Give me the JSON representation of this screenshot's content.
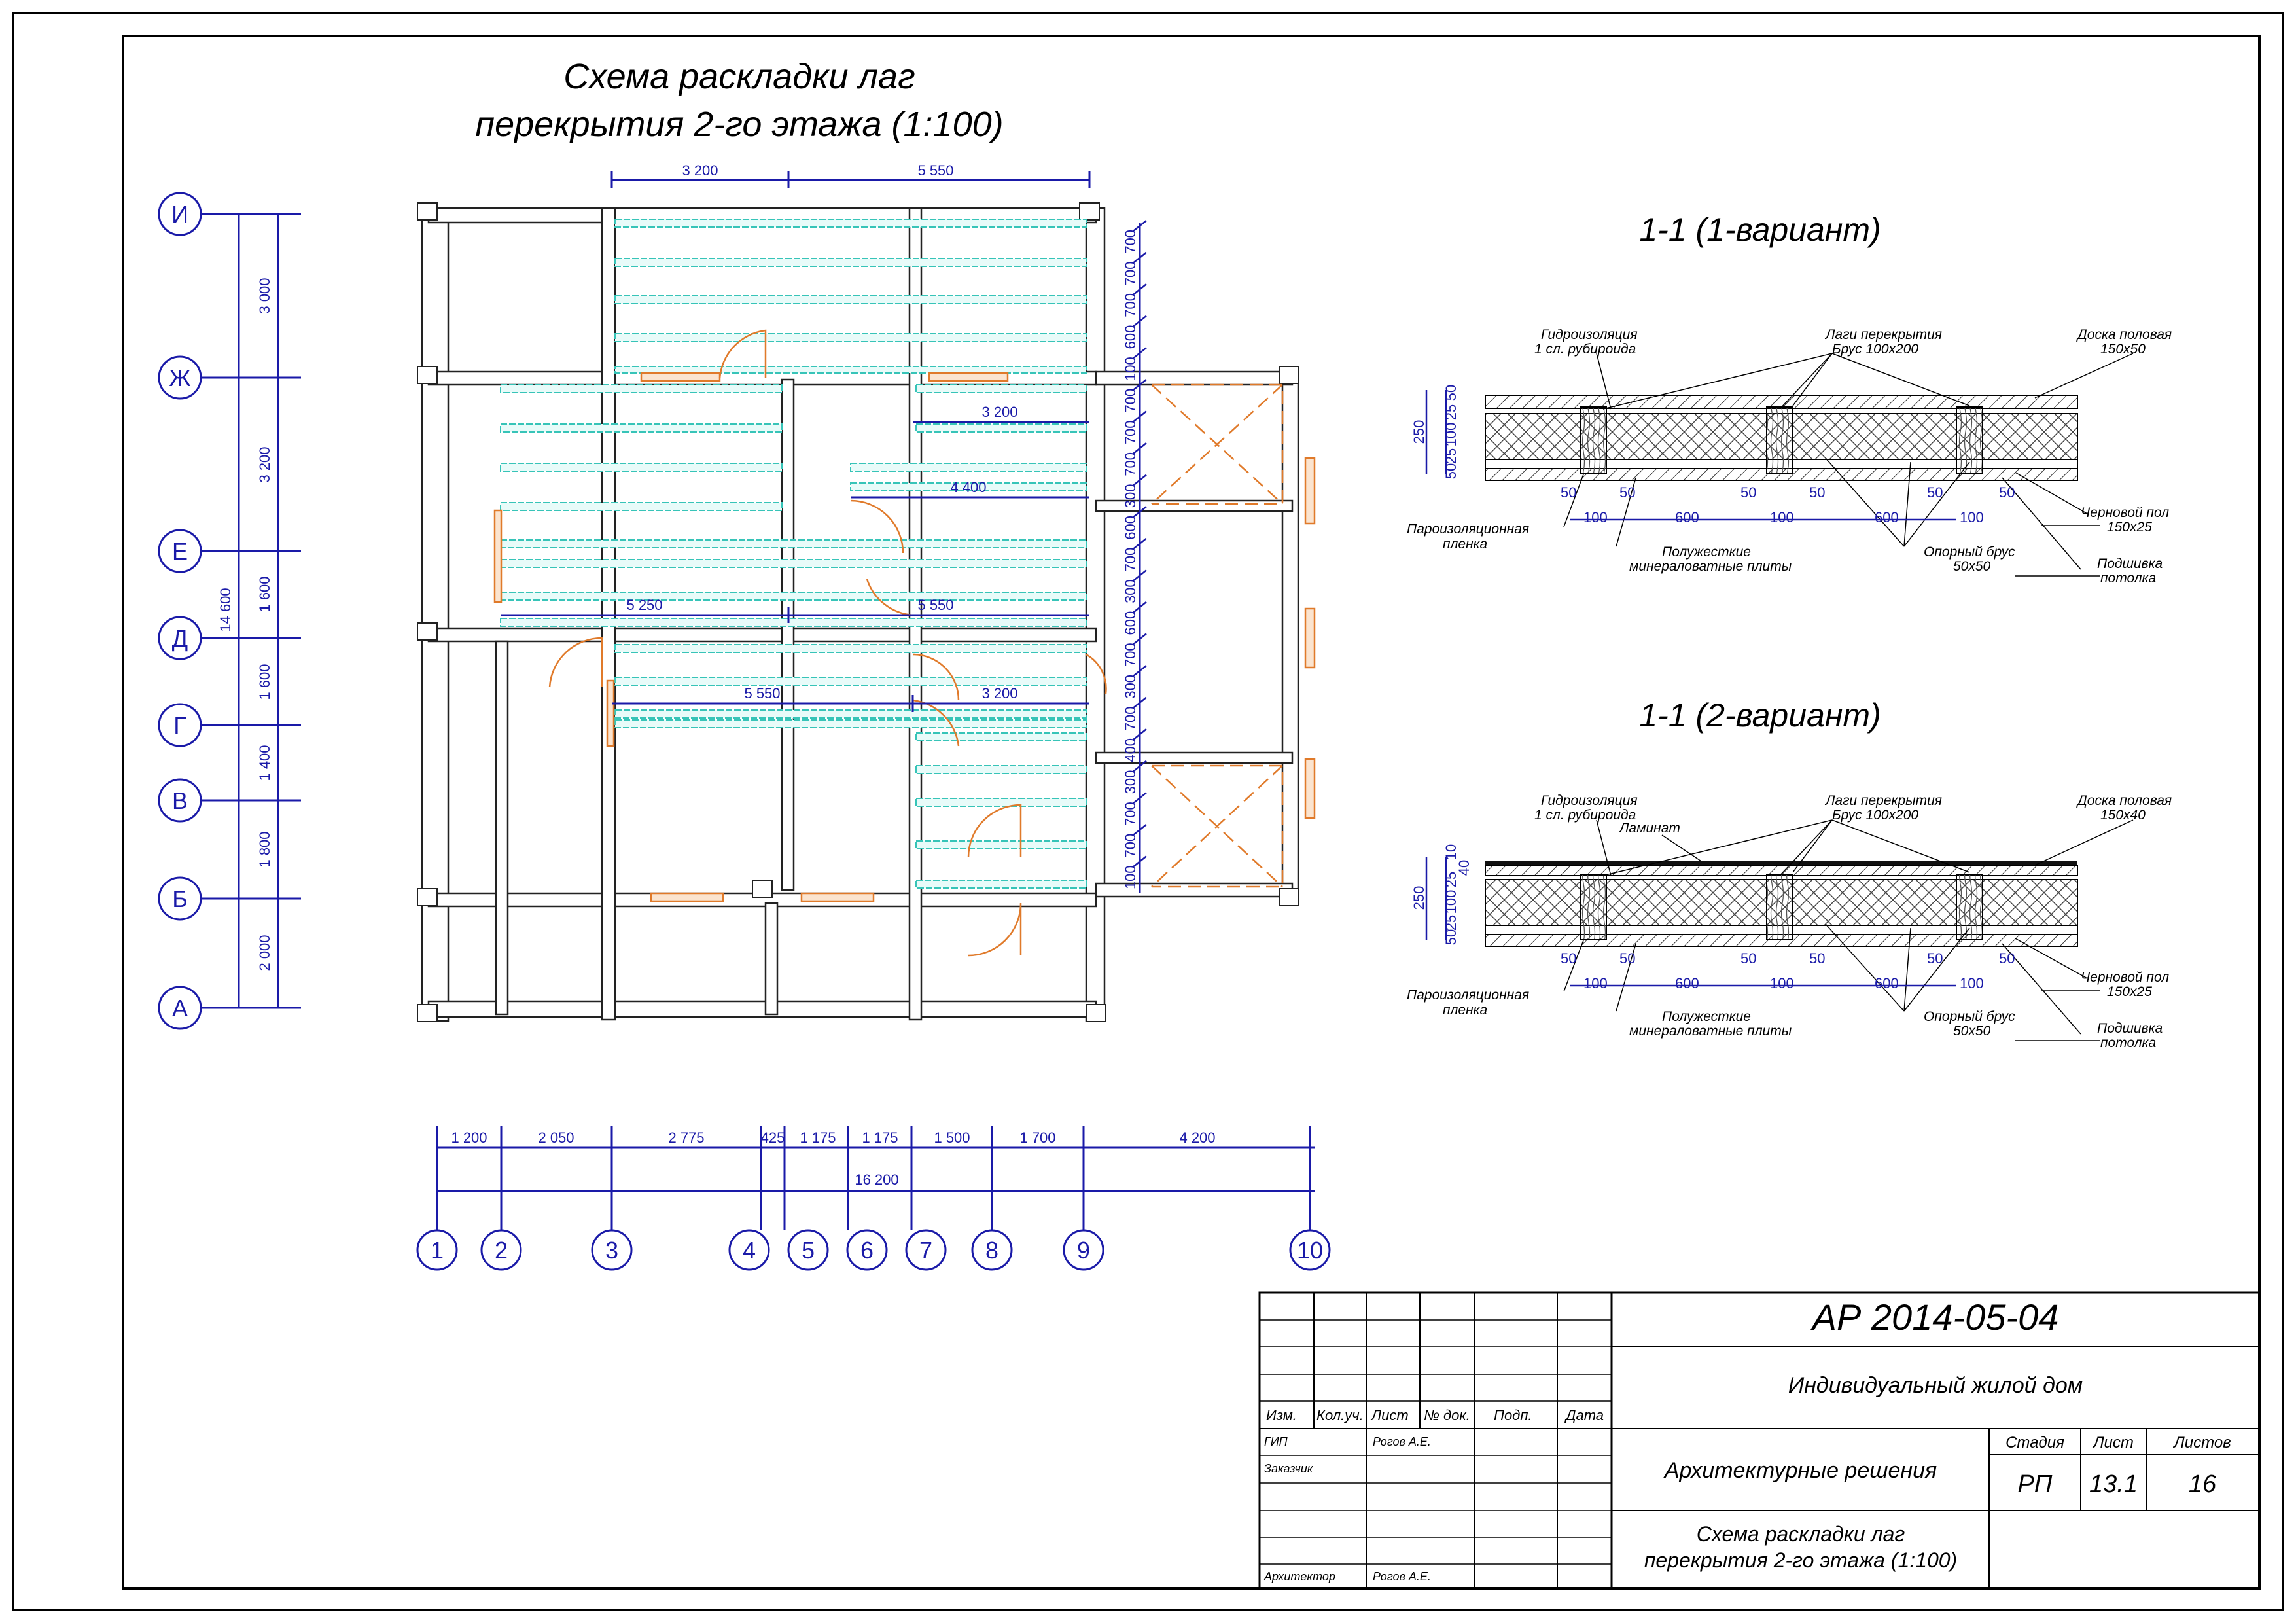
{
  "title": {
    "line1": "Схема раскладки лаг",
    "line2": "перекрытия 2-го этажа (1:100)"
  },
  "row_axes": [
    "И",
    "Ж",
    "Е",
    "Д",
    "Г",
    "В",
    "Б",
    "А"
  ],
  "row_dims": [
    "3 000",
    "3 200",
    "1 600",
    "1 600",
    "1 400",
    "1 800",
    "2 000"
  ],
  "row_total": "14 600",
  "col_axes": [
    "1",
    "2",
    "3",
    "4",
    "5",
    "6",
    "7",
    "8",
    "9",
    "10"
  ],
  "col_dims": [
    "1 200",
    "2 050",
    "2 775",
    "425",
    "1 175",
    "1 175",
    "1 500",
    "1 700",
    "4 200"
  ],
  "col_total": "16 200",
  "plan_dims": {
    "top_a": "3 200",
    "top_b": "5 550",
    "room_1": "3 200",
    "room_2": "4 400",
    "mid_a": "5 250",
    "mid_b": "5 550",
    "low_a": "5 550",
    "low_b": "3 200"
  },
  "right_chain": [
    "700",
    "700",
    "700",
    "600",
    "100",
    "700",
    "700",
    "700",
    "300",
    "600",
    "700",
    "300",
    "600",
    "700",
    "300",
    "700",
    "400",
    "300",
    "700",
    "700",
    "100"
  ],
  "section1": {
    "title": "1-1 (1-вариант)",
    "labels": {
      "waterproof": "Гидроизоляция",
      "waterproof2": "1 сл. рубироида",
      "joists": "Лаги перекрытия",
      "joists2": "Брус 100х200",
      "board": "Доска половая",
      "board2": "150х50",
      "vapor": "Пароизоляционная",
      "vapor2": "пленка",
      "wool": "Полужесткие",
      "wool2": "минераловатные плиты",
      "support": "Опорный брус",
      "support2": "50х50",
      "rough": "Черновой пол",
      "rough2": "150х25",
      "ceiling": "Подшивка",
      "ceiling2": "потолка"
    },
    "vdims": [
      "250",
      "50",
      "25",
      "100",
      "25",
      "50"
    ],
    "hdims": [
      "50",
      "50",
      "50",
      "50",
      "50",
      "50",
      "100",
      "600",
      "100",
      "600",
      "100"
    ]
  },
  "section2": {
    "title": "1-1 (2-вариант)",
    "labels": {
      "waterproof": "Гидроизоляция",
      "waterproof2": "1 сл. рубироида",
      "laminate": "Ламинат",
      "joists": "Лаги перекрытия",
      "joists2": "Брус 100х200",
      "board": "Доска половая",
      "board2": "150х40",
      "vapor": "Пароизоляционная",
      "vapor2": "пленка",
      "wool": "Полужесткие",
      "wool2": "минераловатные плиты",
      "support": "Опорный брус",
      "support2": "50х50",
      "rough": "Черновой пол",
      "rough2": "150х25",
      "ceiling": "Подшивка",
      "ceiling2": "потолка"
    },
    "vdims": [
      "250",
      "50",
      "25",
      "100",
      "25",
      "40",
      "10"
    ],
    "hdims": [
      "50",
      "50",
      "50",
      "50",
      "50",
      "50",
      "100",
      "600",
      "100",
      "600",
      "100"
    ]
  },
  "stamp": {
    "code": "АР 2014-05-04",
    "project": "Индивидуальный жилой дом",
    "section": "Архитектурные решения",
    "sheet_title_1": "Схема раскладки лаг",
    "sheet_title_2": "перекрытия 2-го этажа (1:100)",
    "col_izm": "Изм.",
    "col_kol": "Кол.уч.",
    "col_list": "Лист",
    "col_doc": "№ док.",
    "col_sign": "Подп.",
    "col_date": "Дата",
    "gip": "ГИП",
    "gip_name": "Рогов А.Е.",
    "customer": "Заказчик",
    "architect": "Архитектор",
    "architect_name": "Рогов А.Е.",
    "stage_label": "Стадия",
    "sheet_label": "Лист",
    "sheets_label": "Листов",
    "stage": "РП",
    "sheet": "13.1",
    "sheets": "16"
  }
}
